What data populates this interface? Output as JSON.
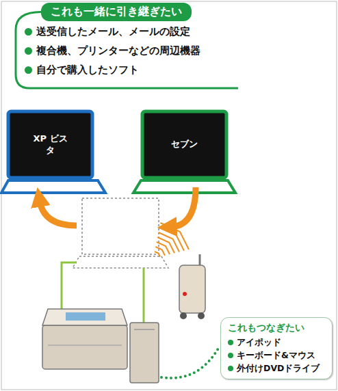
{
  "diagram": {
    "nodes": [
      {
        "text": [
          "これも一緒に引き継ぎたい",
          "送受信したメール、メールの設定",
          "複合機、プリンターなどの周辺機器",
          "自分で購入したソフト"
        ]
      },
      {
        "text": [
          "XP ビスタ"
        ]
      },
      {
        "text": [
          "セブン"
        ]
      },
      {
        "text": [
          "これもつなぎたい",
          "アイポッド",
          "キーボード&マウス",
          "外付けDVDドライブ"
        ]
      }
    ]
  }
}
